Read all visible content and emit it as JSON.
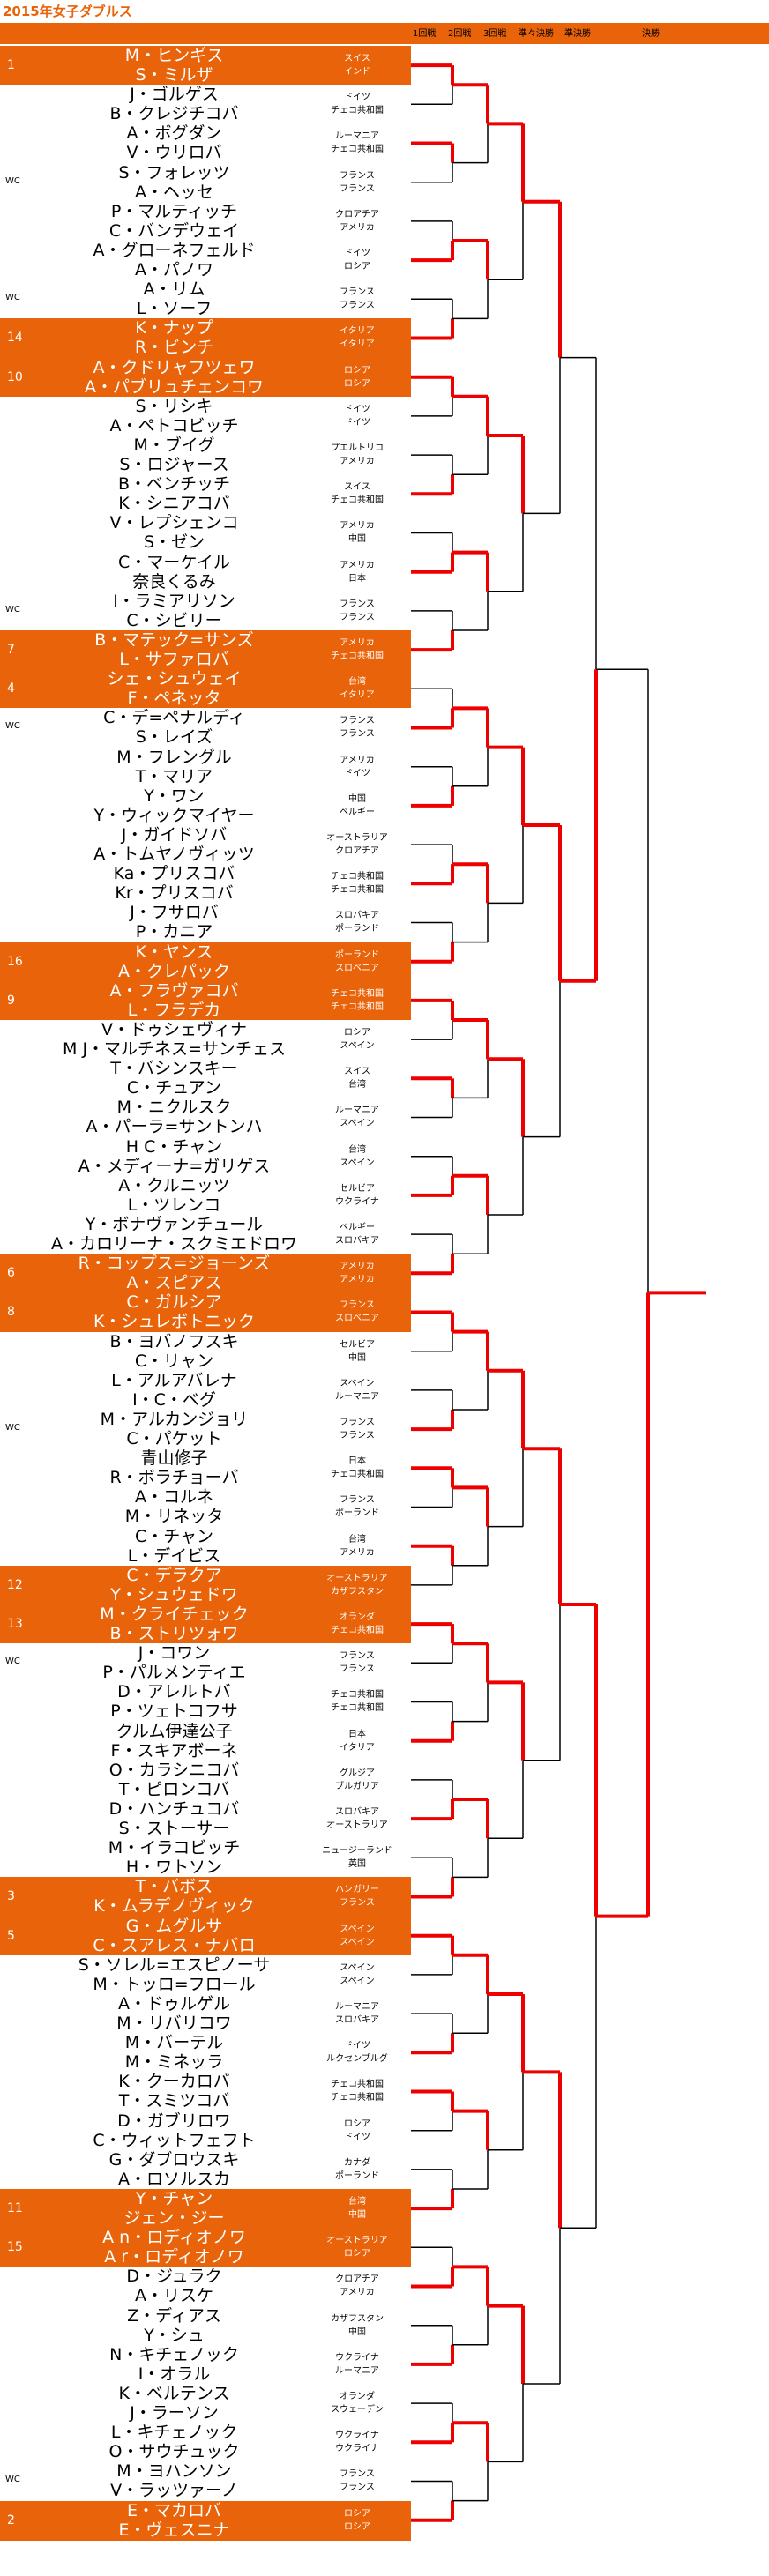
{
  "title": "2015年女子ダブルス",
  "rounds": [
    "1回戦",
    "2回戦",
    "3回戦",
    "準々決勝",
    "準決勝",
    "決勝"
  ],
  "colors": {
    "accent": "#e8630a",
    "winner": "#ee0000",
    "line": "#000000"
  },
  "winners": {
    "r1": [
      0,
      2,
      5,
      7,
      8,
      11,
      13,
      15,
      17,
      19,
      21,
      23,
      24,
      26,
      29,
      31,
      32,
      35,
      36,
      38,
      40,
      43,
      45,
      47,
      48,
      51,
      52,
      55,
      57,
      59,
      61,
      63
    ],
    "r2": [
      0,
      2,
      4,
      6,
      8,
      10,
      12,
      14,
      16,
      18,
      20,
      22,
      24,
      26,
      28,
      30
    ],
    "r3": [
      0,
      2,
      4,
      6,
      8,
      10,
      12,
      14
    ],
    "qf": [
      0,
      2,
      4,
      6
    ],
    "sf": [
      1,
      2
    ],
    "final": [
      1
    ]
  },
  "teams": [
    {
      "seed": "1",
      "wc": "",
      "p1": "M・ヒンギス",
      "p2": "S・ミルザ",
      "c1": "スイス",
      "c2": "インド"
    },
    {
      "seed": "",
      "wc": "",
      "p1": "J・ゴルゲス",
      "p2": "B・クレジチコバ",
      "c1": "ドイツ",
      "c2": "チェコ共和国"
    },
    {
      "seed": "",
      "wc": "",
      "p1": "A・ボグダン",
      "p2": "V・ウリロバ",
      "c1": "ルーマニア",
      "c2": "チェコ共和国"
    },
    {
      "seed": "",
      "wc": "WC",
      "p1": "S・フォレッツ",
      "p2": "A・ヘッセ",
      "c1": "フランス",
      "c2": "フランス"
    },
    {
      "seed": "",
      "wc": "",
      "p1": "P・マルティッチ",
      "p2": "C・バンデウェイ",
      "c1": "クロアチア",
      "c2": "アメリカ"
    },
    {
      "seed": "",
      "wc": "",
      "p1": "A・グローネフェルド",
      "p2": "A・パノワ",
      "c1": "ドイツ",
      "c2": "ロシア"
    },
    {
      "seed": "",
      "wc": "WC",
      "p1": "A・リム",
      "p2": "L・ソーフ",
      "c1": "フランス",
      "c2": "フランス"
    },
    {
      "seed": "14",
      "wc": "",
      "p1": "K・ナップ",
      "p2": "R・ビンチ",
      "c1": "イタリア",
      "c2": "イタリア"
    },
    {
      "seed": "10",
      "wc": "",
      "p1": "A・クドリャフツェワ",
      "p2": "A・パブリュチェンコワ",
      "c1": "ロシア",
      "c2": "ロシア"
    },
    {
      "seed": "",
      "wc": "",
      "p1": "S・リシキ",
      "p2": "A・ペトコビッチ",
      "c1": "ドイツ",
      "c2": "ドイツ"
    },
    {
      "seed": "",
      "wc": "",
      "p1": "M・ブイグ",
      "p2": "S・ロジャース",
      "c1": "プエルトリコ",
      "c2": "アメリカ"
    },
    {
      "seed": "",
      "wc": "",
      "p1": "B・ベンチッチ",
      "p2": "K・シニアコバ",
      "c1": "スイス",
      "c2": "チェコ共和国"
    },
    {
      "seed": "",
      "wc": "",
      "p1": "V・レプシェンコ",
      "p2": "S・ゼン",
      "c1": "アメリカ",
      "c2": "中国"
    },
    {
      "seed": "",
      "wc": "",
      "p1": "C・マーケイル",
      "p2": "奈良くるみ",
      "c1": "アメリカ",
      "c2": "日本"
    },
    {
      "seed": "",
      "wc": "WC",
      "p1": "I・ラミアリソン",
      "p2": "C・シビリー",
      "c1": "フランス",
      "c2": "フランス"
    },
    {
      "seed": "7",
      "wc": "",
      "p1": "B・マテック=サンズ",
      "p2": "L・サファロバ",
      "c1": "アメリカ",
      "c2": "チェコ共和国"
    },
    {
      "seed": "4",
      "wc": "",
      "p1": "シェ・シュウェイ",
      "p2": "F・ペネッタ",
      "c1": "台湾",
      "c2": "イタリア"
    },
    {
      "seed": "",
      "wc": "WC",
      "p1": "C・デ=ペナルディ",
      "p2": "S・レイズ",
      "c1": "フランス",
      "c2": "フランス"
    },
    {
      "seed": "",
      "wc": "",
      "p1": "M・フレングル",
      "p2": "T・マリア",
      "c1": "アメリカ",
      "c2": "ドイツ"
    },
    {
      "seed": "",
      "wc": "",
      "p1": "Y・ワン",
      "p2": "Y・ウィックマイヤー",
      "c1": "中国",
      "c2": "ベルギー"
    },
    {
      "seed": "",
      "wc": "",
      "p1": "J・ガイドソバ",
      "p2": "A・トムヤノヴィッツ",
      "c1": "オーストラリア",
      "c2": "クロアチア"
    },
    {
      "seed": "",
      "wc": "",
      "p1": "Ka・プリスコバ",
      "p2": "Kr・プリスコバ",
      "c1": "チェコ共和国",
      "c2": "チェコ共和国"
    },
    {
      "seed": "",
      "wc": "",
      "p1": "J・フサロバ",
      "p2": "P・カニア",
      "c1": "スロバキア",
      "c2": "ポーランド"
    },
    {
      "seed": "16",
      "wc": "",
      "p1": "K・ヤンス",
      "p2": "A・クレパック",
      "c1": "ポーランド",
      "c2": "スロベニア"
    },
    {
      "seed": "9",
      "wc": "",
      "p1": "A・フラヴァコバ",
      "p2": "L・フラデカ",
      "c1": "チェコ共和国",
      "c2": "チェコ共和国"
    },
    {
      "seed": "",
      "wc": "",
      "p1": "V・ドゥシェヴィナ",
      "p2": "M J・マルチネス=サンチェス",
      "c1": "ロシア",
      "c2": "スペイン"
    },
    {
      "seed": "",
      "wc": "",
      "p1": "T・バシンスキー",
      "p2": "C・チュアン",
      "c1": "スイス",
      "c2": "台湾"
    },
    {
      "seed": "",
      "wc": "",
      "p1": "M・ニクルスク",
      "p2": "A・パーラ=サントンハ",
      "c1": "ルーマニア",
      "c2": "スペイン"
    },
    {
      "seed": "",
      "wc": "",
      "p1": "H C・チャン",
      "p2": "A・メディーナ=ガリゲス",
      "c1": "台湾",
      "c2": "スペイン"
    },
    {
      "seed": "",
      "wc": "",
      "p1": "A・クルニッツ",
      "p2": "L・ツレンコ",
      "c1": "セルビア",
      "c2": "ウクライナ"
    },
    {
      "seed": "",
      "wc": "",
      "p1": "Y・ボナヴァンチュール",
      "p2": "A・カロリーナ・スクミエドロワ",
      "c1": "ベルギー",
      "c2": "スロバキア"
    },
    {
      "seed": "6",
      "wc": "",
      "p1": "R・コップス=ジョーンズ",
      "p2": "A・スピアス",
      "c1": "アメリカ",
      "c2": "アメリカ"
    },
    {
      "seed": "8",
      "wc": "",
      "p1": "C・ガルシア",
      "p2": "K・シュレボトニック",
      "c1": "フランス",
      "c2": "スロベニア"
    },
    {
      "seed": "",
      "wc": "",
      "p1": "B・ヨバノフスキ",
      "p2": "C・リャン",
      "c1": "セルビア",
      "c2": "中国"
    },
    {
      "seed": "",
      "wc": "",
      "p1": "L・アルアバレナ",
      "p2": "I・C・ベグ",
      "c1": "スペイン",
      "c2": "ルーマニア"
    },
    {
      "seed": "",
      "wc": "WC",
      "p1": "M・アルカンジョリ",
      "p2": "C・パケット",
      "c1": "フランス",
      "c2": "フランス"
    },
    {
      "seed": "",
      "wc": "",
      "p1": "青山修子",
      "p2": "R・ボラチョーバ",
      "c1": "日本",
      "c2": "チェコ共和国"
    },
    {
      "seed": "",
      "wc": "",
      "p1": "A・コルネ",
      "p2": "M・リネッタ",
      "c1": "フランス",
      "c2": "ポーランド"
    },
    {
      "seed": "",
      "wc": "",
      "p1": "C・チャン",
      "p2": "L・デイビス",
      "c1": "台湾",
      "c2": "アメリカ"
    },
    {
      "seed": "12",
      "wc": "",
      "p1": "C・デラクア",
      "p2": "Y・シュウェドワ",
      "c1": "オーストラリア",
      "c2": "カザフスタン"
    },
    {
      "seed": "13",
      "wc": "",
      "p1": "M・クライチェック",
      "p2": "B・ストリツォワ",
      "c1": "オランダ",
      "c2": "チェコ共和国"
    },
    {
      "seed": "",
      "wc": "WC",
      "p1": "J・コワン",
      "p2": "P・パルメンティエ",
      "c1": "フランス",
      "c2": "フランス"
    },
    {
      "seed": "",
      "wc": "",
      "p1": "D・アレルトバ",
      "p2": "P・ツェトコフサ",
      "c1": "チェコ共和国",
      "c2": "チェコ共和国"
    },
    {
      "seed": "",
      "wc": "",
      "p1": "クルム伊達公子",
      "p2": "F・スキアボーネ",
      "c1": "日本",
      "c2": "イタリア"
    },
    {
      "seed": "",
      "wc": "",
      "p1": "O・カラシニコバ",
      "p2": "T・ピロンコバ",
      "c1": "グルジア",
      "c2": "ブルガリア"
    },
    {
      "seed": "",
      "wc": "",
      "p1": "D・ハンチュコバ",
      "p2": "S・ストーサー",
      "c1": "スロバキア",
      "c2": "オーストラリア"
    },
    {
      "seed": "",
      "wc": "",
      "p1": "M・イラコビッチ",
      "p2": "H・ワトソン",
      "c1": "ニュージーランド",
      "c2": "英国"
    },
    {
      "seed": "3",
      "wc": "",
      "p1": "T・バボス",
      "p2": "K・ムラデノヴィック",
      "c1": "ハンガリー",
      "c2": "フランス"
    },
    {
      "seed": "5",
      "wc": "",
      "p1": "G・ムグルサ",
      "p2": "C・スアレス・ナバロ",
      "c1": "スペイン",
      "c2": "スペイン"
    },
    {
      "seed": "",
      "wc": "",
      "p1": "S・ソレル=エスピノーサ",
      "p2": "M・トッロ=フロール",
      "c1": "スペイン",
      "c2": "スペイン"
    },
    {
      "seed": "",
      "wc": "",
      "p1": "A・ドゥルゲル",
      "p2": "M・リバリコワ",
      "c1": "ルーマニア",
      "c2": "スロバキア"
    },
    {
      "seed": "",
      "wc": "",
      "p1": "M・バーテル",
      "p2": "M・ミネッラ",
      "c1": "ドイツ",
      "c2": "ルクセンブルグ"
    },
    {
      "seed": "",
      "wc": "",
      "p1": "K・クーカロバ",
      "p2": "T・スミツコバ",
      "c1": "チェコ共和国",
      "c2": "チェコ共和国"
    },
    {
      "seed": "",
      "wc": "",
      "p1": "D・ガブリロワ",
      "p2": "C・ウィットフェフト",
      "c1": "ロシア",
      "c2": "ドイツ"
    },
    {
      "seed": "",
      "wc": "",
      "p1": "G・ダブロウスキ",
      "p2": "A・ロソルスカ",
      "c1": "カナダ",
      "c2": "ポーランド"
    },
    {
      "seed": "11",
      "wc": "",
      "p1": "Y・チャン",
      "p2": "ジェン・ジー",
      "c1": "台湾",
      "c2": "中国"
    },
    {
      "seed": "15",
      "wc": "",
      "p1": "A n・ロディオノワ",
      "p2": "A r・ロディオノワ",
      "c1": "オーストラリア",
      "c2": "ロシア"
    },
    {
      "seed": "",
      "wc": "",
      "p1": "D・ジュラク",
      "p2": "A・リスケ",
      "c1": "クロアチア",
      "c2": "アメリカ"
    },
    {
      "seed": "",
      "wc": "",
      "p1": "Z・ディアス",
      "p2": "Y・シュ",
      "c1": "カザフスタン",
      "c2": "中国"
    },
    {
      "seed": "",
      "wc": "",
      "p1": "N・キチェノック",
      "p2": "I・オラル",
      "c1": "ウクライナ",
      "c2": "ルーマニア"
    },
    {
      "seed": "",
      "wc": "",
      "p1": "K・ベルテンス",
      "p2": "J・ラーソン",
      "c1": "オランダ",
      "c2": "スウェーデン"
    },
    {
      "seed": "",
      "wc": "",
      "p1": "L・キチェノック",
      "p2": "O・サウチュック",
      "c1": "ウクライナ",
      "c2": "ウクライナ"
    },
    {
      "seed": "",
      "wc": "WC",
      "p1": "M・ヨハンソン",
      "p2": "V・ラッツァーノ",
      "c1": "フランス",
      "c2": "フランス"
    },
    {
      "seed": "2",
      "wc": "",
      "p1": "E・マカロバ",
      "p2": "E・ヴェスニナ",
      "c1": "ロシア",
      "c2": "ロシア"
    }
  ]
}
